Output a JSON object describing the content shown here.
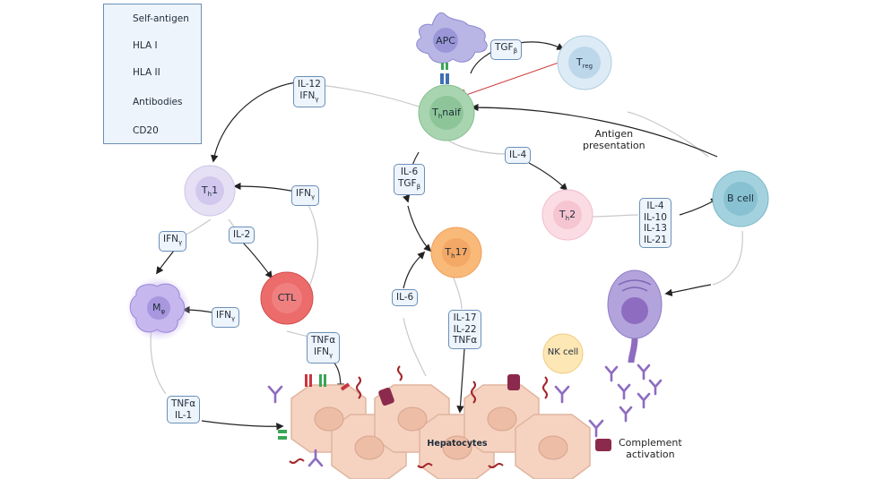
{
  "legend": {
    "self_antigen": "Self-antigen",
    "hla1": "HLA I",
    "hla2": "HLA II",
    "antibodies": "Antibodies",
    "cd20": "CD20"
  },
  "cells": {
    "apc": "APC",
    "treg_main": "T",
    "treg_sub": "reg",
    "thnaif_main": "T",
    "thnaif_sub": "h",
    "thnaif_tail": "naif",
    "th1_main": "T",
    "th1_sub": "h",
    "th1_tail": "1",
    "th2_main": "T",
    "th2_sub": "h",
    "th2_tail": "2",
    "th17_main": "T",
    "th17_sub": "h",
    "th17_tail": "17",
    "bcell": "B cell",
    "ctl": "CTL",
    "mphi_main": "M",
    "mphi_sub": "φ",
    "nk": "NK cell",
    "hepatocytes": "Hepatocytes"
  },
  "labels": {
    "tgf_apc": {
      "main": "TGF",
      "sub": "β"
    },
    "il12": [
      "IL-12",
      "IFN"
    ],
    "il12_sub": "γ",
    "il6_tgf": [
      "IL-6",
      "TGF"
    ],
    "il6_tgf_sub": "β",
    "il4_top": "IL-4",
    "ifn_th1": "IFN",
    "ifn_th1_sub": "γ",
    "ifn_left": "IFN",
    "ifn_left_sub": "γ",
    "il2": "IL-2",
    "ifn_ctl": "IFN",
    "ifn_ctl_sub": "γ",
    "il6": "IL-6",
    "th2_cytokines": [
      "IL-4",
      "IL-10",
      "IL-13",
      "IL-21"
    ],
    "th17_cytokines": [
      "IL-17",
      "IL-22",
      "TNFα"
    ],
    "ctl_cytokines": [
      "TNFα",
      "IFN"
    ],
    "ctl_cytokines_sub": "γ",
    "mphi_cytokines": [
      "TNFα",
      "IL-1"
    ],
    "antigen_presentation": [
      "Antigen",
      "presentation"
    ],
    "complement": [
      "Complement",
      "activation"
    ]
  },
  "colors": {
    "label_fill": "#eef4fb",
    "label_border": "#6b8fb8",
    "hepatocyte": "#f5d3c0",
    "self_antigen": "#a3262a",
    "hla1": "#3aa655",
    "hla2": "#c8353e",
    "antibody": "#8e6cc0",
    "cd20": "#4a78c4",
    "complement": "#8b2a4d"
  }
}
